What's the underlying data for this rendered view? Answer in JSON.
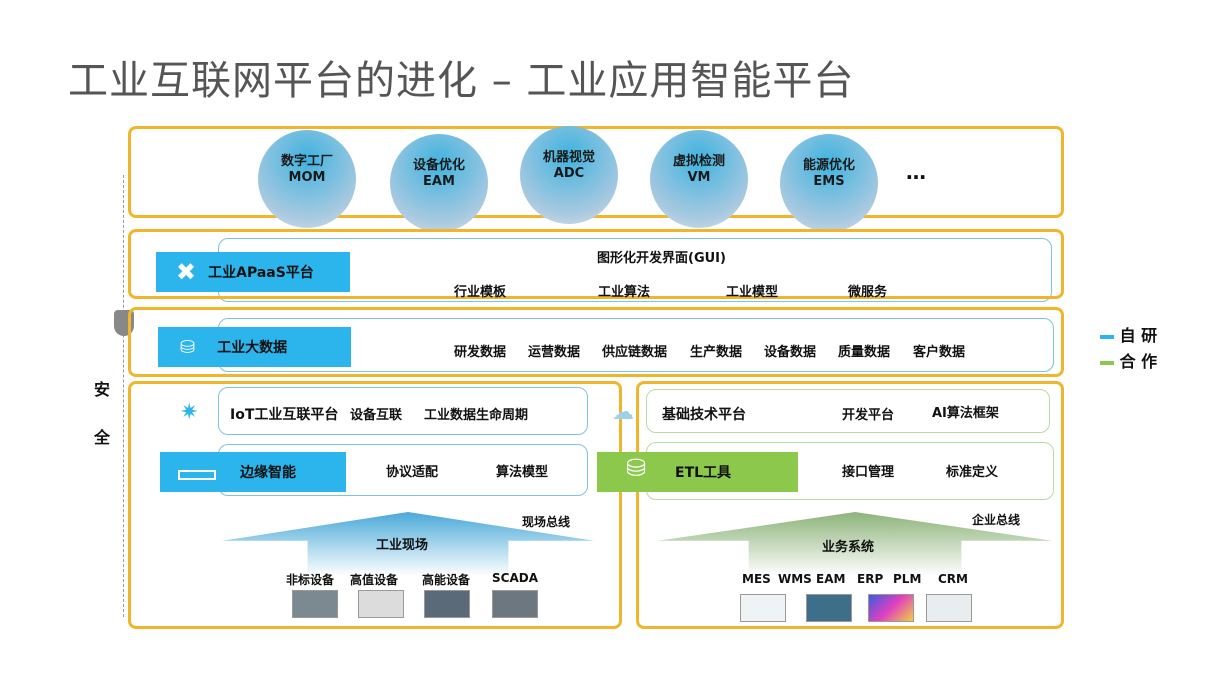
{
  "title": "工业互联网平台的进化 – 工业应用智能平台",
  "apps": [
    {
      "name": "数字工厂",
      "code": "MOM"
    },
    {
      "name": "设备优化",
      "code": "EAM"
    },
    {
      "name": "机器视觉",
      "code": "ADC"
    },
    {
      "name": "虚拟检测",
      "code": "VM"
    },
    {
      "name": "能源优化",
      "code": "EMS"
    }
  ],
  "apps_more": "…",
  "apaas": {
    "label": "工业APaaS平台",
    "gui": "图形化开发界面(GUI)",
    "items": [
      "行业模板",
      "工业算法",
      "工业模型",
      "微服务"
    ]
  },
  "bigdata": {
    "label": "工业大数据",
    "items": [
      "研发数据",
      "运营数据",
      "供应链数据",
      "生产数据",
      "设备数据",
      "质量数据",
      "客户数据"
    ]
  },
  "security": [
    "安",
    "全"
  ],
  "iot": {
    "label": "IoT工业互联平台",
    "items": [
      "设备互联",
      "工业数据生命周期"
    ]
  },
  "edge": {
    "label": "边缘智能",
    "items": [
      "协议适配",
      "算法模型"
    ]
  },
  "field": {
    "bus": "现场总线",
    "label": "工业现场",
    "devices": [
      "非标设备",
      "高值设备",
      "高能设备",
      "SCADA"
    ]
  },
  "base": {
    "label": "基础技术平台",
    "items": [
      "开发平台",
      "AI算法框架"
    ]
  },
  "etl": {
    "label": "ETL工具",
    "items": [
      "接口管理",
      "标准定义"
    ]
  },
  "biz": {
    "bus": "企业总线",
    "label": "业务系统",
    "systems": [
      "MES",
      "WMS",
      "EAM",
      "ERP",
      "PLM",
      "CRM"
    ]
  },
  "legend": [
    {
      "label": "自 研",
      "color": "#2bb5ec"
    },
    {
      "label": "合 作",
      "color": "#8cc84b"
    }
  ]
}
